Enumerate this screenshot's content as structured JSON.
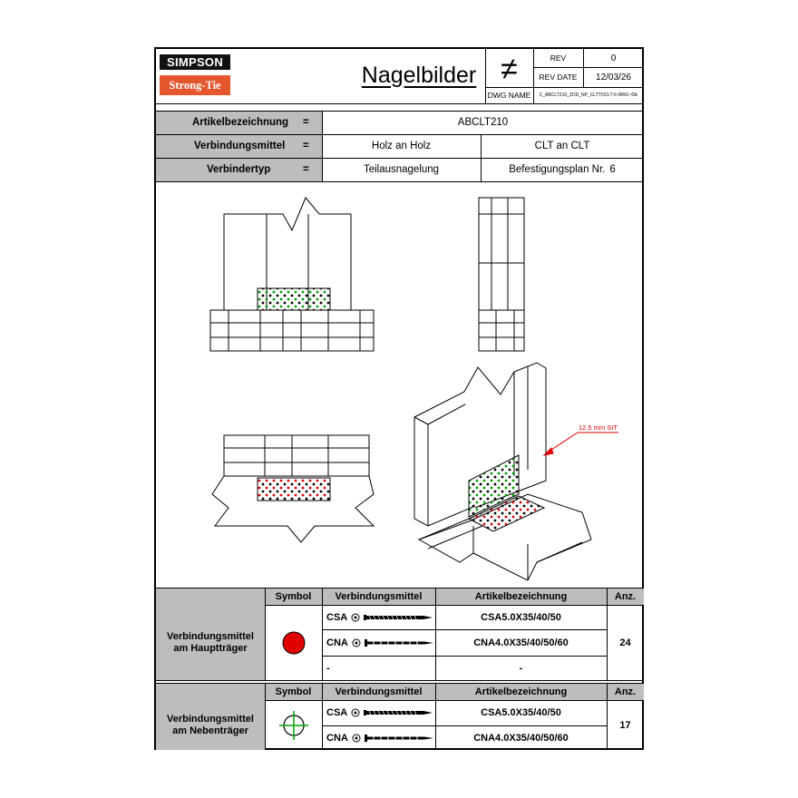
{
  "brand": {
    "line1": "SIMPSON",
    "line2": "Strong-Tie"
  },
  "header": {
    "title": "Nagelbilder",
    "rev_label": "REV",
    "rev_value": "0",
    "rev_date_label": "REV DATE",
    "rev_date_value": "12/03/26",
    "dwg_name_label": "DWG NAME",
    "dwg_name_value": "C_ABCLT210_ZDD_NP_CLTTOCLT-6-WRU~DE",
    "symbol": "≠"
  },
  "info": {
    "rows": [
      {
        "label": "Artikelbezeichnung",
        "eq": "=",
        "value": "ABCLT210"
      },
      {
        "label": "Verbindungsmittel",
        "eq": "=",
        "value_a": "Holz an Holz",
        "value_b": "CLT an CLT"
      },
      {
        "label": "Verbindertyp",
        "eq": "=",
        "value_a": "Teilausnagelung",
        "value_b": "Befestigungsplan Nr.",
        "value_b_num": "6"
      }
    ]
  },
  "drawing": {
    "annotation": "12.5 mm SIT"
  },
  "colors": {
    "grey": "#bdbdbd",
    "red": "#e00000",
    "green": "#00a000",
    "logo_red": "#e4572e"
  },
  "table1": {
    "headers": {
      "symbol": "Symbol",
      "fastener": "Verbindungsmittel",
      "article": "Artikelbezeichnung",
      "qty": "Anz."
    },
    "group_label_1": "Verbindungsmittel",
    "group_label_2": "am Hauptträger",
    "symbol_icon": "red-filled-circle",
    "rows": [
      {
        "type": "CSA",
        "article": "CSA5.0X35/40/50",
        "icon": "screw-icon"
      },
      {
        "type": "CNA",
        "article": "CNA4.0X35/40/50/60",
        "icon": "nail-icon"
      },
      {
        "type": "-",
        "article": "-"
      }
    ],
    "qty": "24"
  },
  "table2": {
    "headers": {
      "symbol": "Symbol",
      "fastener": "Verbindungsmittel",
      "article": "Artikelbezeichnung",
      "qty": "Anz."
    },
    "group_label_1": "Verbindungsmittel",
    "group_label_2": "am Nebenträger",
    "symbol_icon": "green-crosshair-circle",
    "rows": [
      {
        "type": "CSA",
        "article": "CSA5.0X35/40/50",
        "icon": "screw-icon"
      },
      {
        "type": "CNA",
        "article": "CNA4.0X35/40/50/60",
        "icon": "nail-icon"
      }
    ],
    "qty": "17"
  }
}
